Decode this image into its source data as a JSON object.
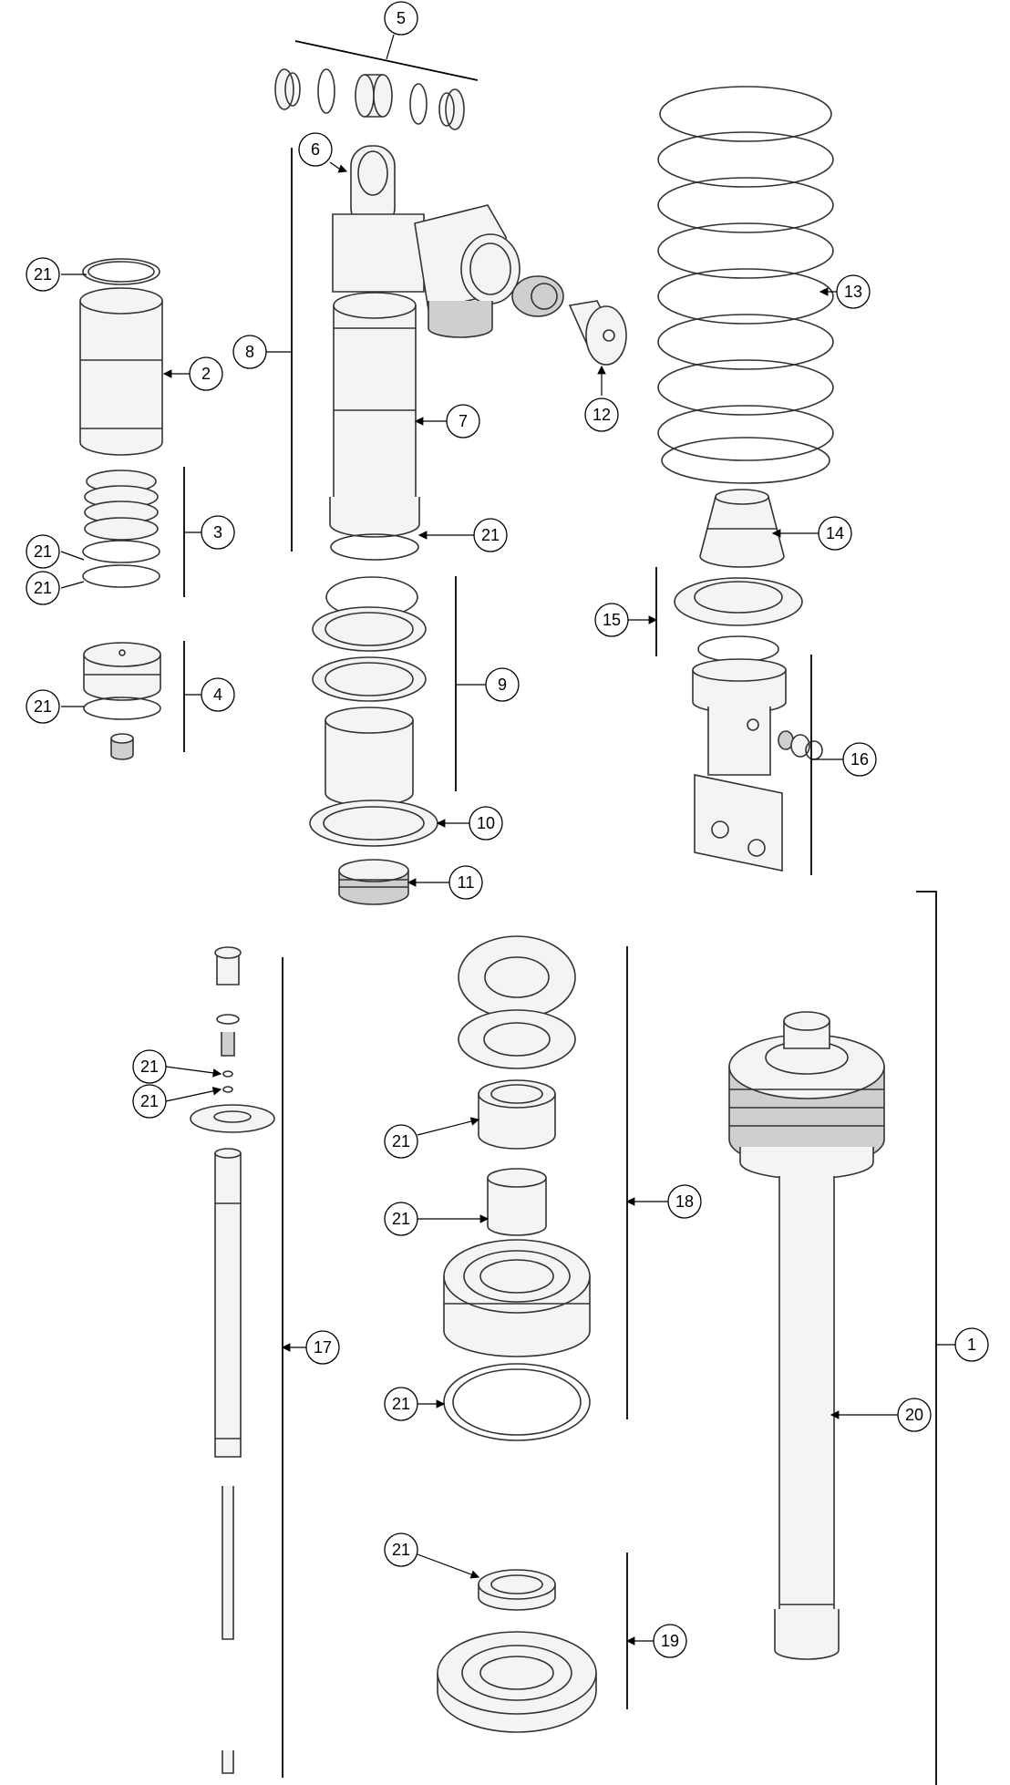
{
  "diagram": {
    "callouts": [
      "1",
      "2",
      "3",
      "4",
      "5",
      "6",
      "7",
      "8",
      "9",
      "10",
      "11",
      "12",
      "13",
      "14",
      "15",
      "16",
      "17",
      "18",
      "19",
      "20",
      "21"
    ],
    "colors": {
      "line": "#000000",
      "part_stroke": "#333333",
      "part_fill": "#f4f4f4",
      "background": "#ffffff"
    }
  }
}
